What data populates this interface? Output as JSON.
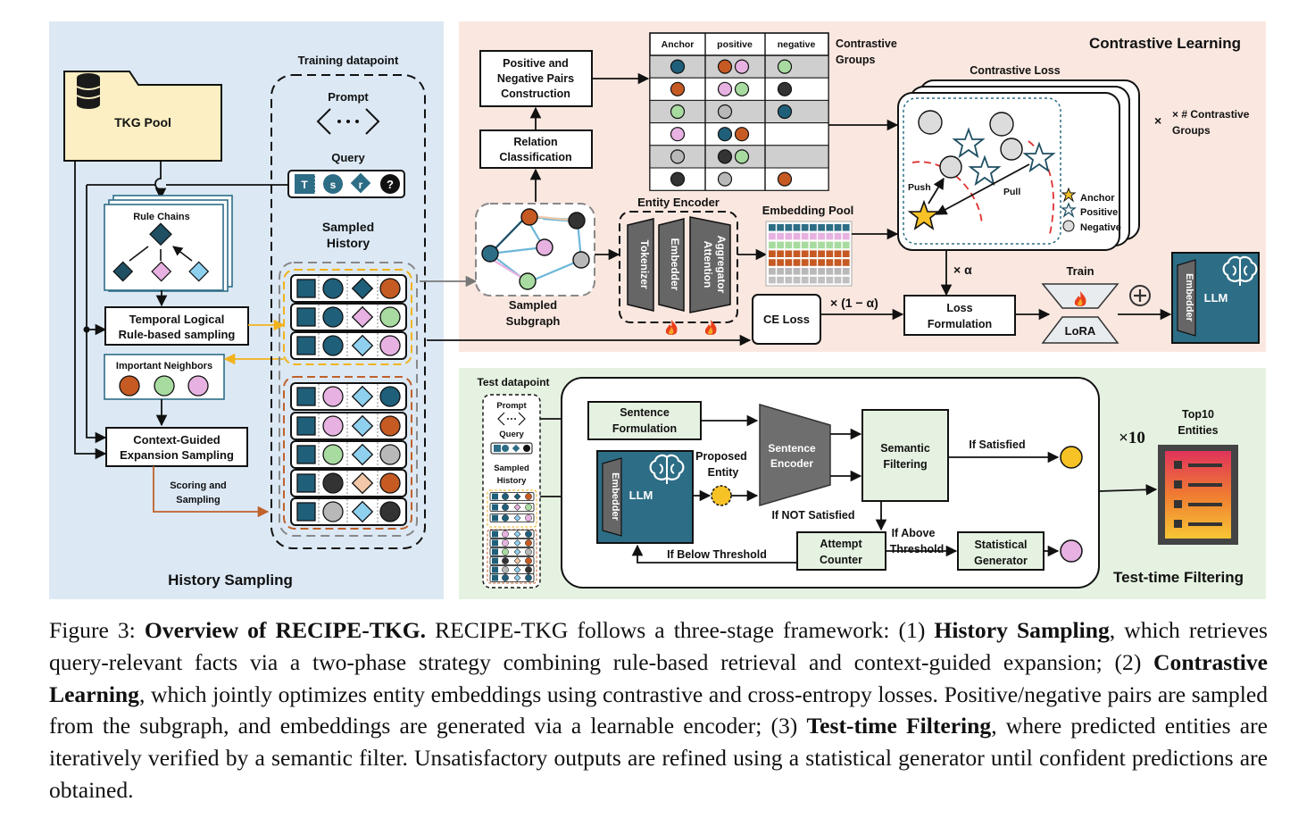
{
  "history_sampling": {
    "title": "History Sampling",
    "tkg_pool": "TKG Pool",
    "rule_chains": "Rule Chains",
    "temporal_rule_line1": "Temporal Logical",
    "temporal_rule_line2": "Rule-based sampling",
    "important_neighbors": "Important Neighbors",
    "context_guided_line1": "Context-Guided",
    "context_guided_line2": "Expansion Sampling",
    "scoring_line1": "Scoring and",
    "scoring_line2": "Sampling"
  },
  "training_datapoint": {
    "title": "Training datapoint",
    "prompt": "Prompt",
    "query": "Query",
    "query_tokens": [
      "T",
      "s",
      "r",
      "?"
    ],
    "sampled_history_line1": "Sampled",
    "sampled_history_line2": "History"
  },
  "contrastive_learning": {
    "title": "Contrastive Learning",
    "pairs_line1": "Positive and",
    "pairs_line2": "Negative Pairs",
    "pairs_line3": "Construction",
    "relation_line1": "Relation",
    "relation_line2": "Classification",
    "table_headers": [
      "Anchor",
      "positive",
      "negative"
    ],
    "contrastive_groups_line1": "Contrastive",
    "contrastive_groups_line2": "Groups",
    "contrastive_loss": "Contrastive Loss",
    "multiplier_line1": "× # Contrastive",
    "multiplier_line2": "Groups",
    "push": "Push",
    "pull": "Pull",
    "legend": [
      "Anchor",
      "Positive",
      "Negative"
    ],
    "sampled_subgraph_line1": "Sampled",
    "sampled_subgraph_line2": "Subgraph",
    "entity_encoder": "Entity Encoder",
    "tokenizer": "Tokenizer",
    "embedder": "Embedder",
    "attention_line1": "Attention",
    "attention_line2": "Aggregator",
    "embedding_pool": "Embedding Pool",
    "alpha": "× α",
    "one_minus_alpha": "× (1 − α)",
    "ce_loss": "CE Loss",
    "loss_line1": "Loss",
    "loss_line2": "Formulation",
    "train": "Train",
    "lora": "LoRA",
    "llm": "LLM",
    "llm_embedder": "Embedder"
  },
  "test_time": {
    "title": "Test-time Filtering",
    "test_datapoint": "Test datapoint",
    "prompt": "Prompt",
    "query": "Query",
    "sampled_history_line1": "Sampled",
    "sampled_history_line2": "History",
    "sentence_line1": "Sentence",
    "sentence_line2": "Formulation",
    "llm": "LLM",
    "llm_embedder": "Embedder",
    "proposed_line1": "Proposed",
    "proposed_line2": "Entity",
    "sentence_encoder_line1": "Sentence",
    "sentence_encoder_line2": "Encoder",
    "semantic_line1": "Semantic",
    "semantic_line2": "Filtering",
    "if_satisfied": "If Satisfied",
    "if_not_satisfied": "If NOT Satisfied",
    "attempt_line1": "Attempt",
    "attempt_line2": "Counter",
    "if_above_line1": "If Above",
    "if_above_line2": "Threshold",
    "statistical_line1": "Statistical",
    "statistical_line2": "Generator",
    "if_below": "If Below Threshold",
    "times10": "×10",
    "top10_line1": "Top10",
    "top10_line2": "Entities"
  },
  "caption": {
    "fig_label": "Figure 3: ",
    "fig_title": "Overview of RECIPE-TKG.",
    "text1": " RECIPE-TKG follows a three-stage framework: (1) ",
    "hs": "History Sampling",
    "text2": ", which retrieves query-relevant facts via a two-phase strategy combining rule-based retrieval and context-guided expansion; (2) ",
    "cl": "Contrastive Learning",
    "text3": ", which jointly optimizes entity embeddings using contrastive and cross-entropy losses. Positive/negative pairs are sampled from the subgraph, and embeddings are generated via a learnable encoder; (3) ",
    "tf": "Test-time Filtering",
    "text4": ", where predicted entities are iteratively verified by a semantic filter. Unsatisfactory outputs are refined using a statistical generator until confident predictions are obtained."
  },
  "colors": {
    "history_bg": "#dce9f5",
    "contrastive_bg": "#fae8e0",
    "test_bg": "#e6f2e1",
    "teal": "#2d6d86",
    "dark_teal": "#1f4f63",
    "orange": "#c65a23",
    "green": "#a8dba0",
    "pink": "#e7b2e1",
    "gray": "#b8b8b8",
    "yellow": "#f6c226"
  }
}
